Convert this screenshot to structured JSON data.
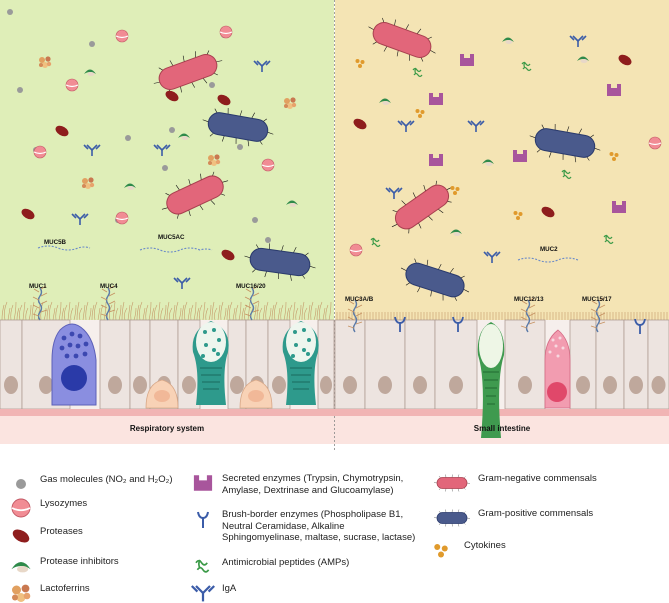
{
  "panels": {
    "left_label": "Respiratory system",
    "right_label": "Small intestine"
  },
  "mucins": {
    "muc5b": "MUC5B",
    "muc5ac": "MUC5AC",
    "muc2": "MUC2",
    "muc1": "MUC1",
    "muc4": "MUC4",
    "muc16_20": "MUC16/20",
    "muc3ab": "MUC3A/B",
    "muc12_13": "MUC12/13",
    "muc15_17": "MUC15/17"
  },
  "legend": {
    "gas": "Gas molecules (NO₂ and H₂O₂)",
    "lysozymes": "Lysozymes",
    "proteases": "Proteases",
    "protease_inhibitors": "Protease inhibitors",
    "lactoferrins": "Lactoferrins",
    "secreted_enzymes": "Secreted enzymes (Trypsin, Chymotrypsin, Amylase, Dextrinase and Glucoamylase)",
    "brush_border": "Brush-border enzymes (Phospholipase B1, Neutral Ceramidase, Alkaline Sphingomyelinase, maltase, sucrase, lactase)",
    "amps": "Antimicrobial peptides (AMPs)",
    "iga": "IgA",
    "gram_neg": "Gram-negative commensals",
    "gram_pos": "Gram-positive commensals",
    "cytokines": "Cytokines"
  },
  "colors": {
    "resp_bg": "#dfeeb8",
    "intest_bg": "#f4e4b4",
    "cell_fill": "#ede4e0",
    "nucleus": "#bfa89c",
    "gram_neg": "#e2667a",
    "gram_pos": "#4a5a8c",
    "protease": "#8e1d1d",
    "lysozyme": "#f18c94",
    "secreted_enzyme": "#a8559c",
    "iga": "#3b5ca8",
    "amp": "#3b9a47",
    "cytokine": "#e09a2c",
    "goblet": "#2e9a8c",
    "club_cell": "#8a8ee0",
    "basement": "#f1b4b4"
  },
  "icons": [
    "gas-molecule-icon",
    "lysozyme-icon",
    "protease-icon",
    "protease-inhibitor-icon",
    "lactoferrin-icon",
    "secreted-enzyme-icon",
    "brush-border-enzyme-icon",
    "amp-icon",
    "iga-icon",
    "gram-negative-bacterium-icon",
    "gram-positive-bacterium-icon",
    "cytokine-icon"
  ]
}
